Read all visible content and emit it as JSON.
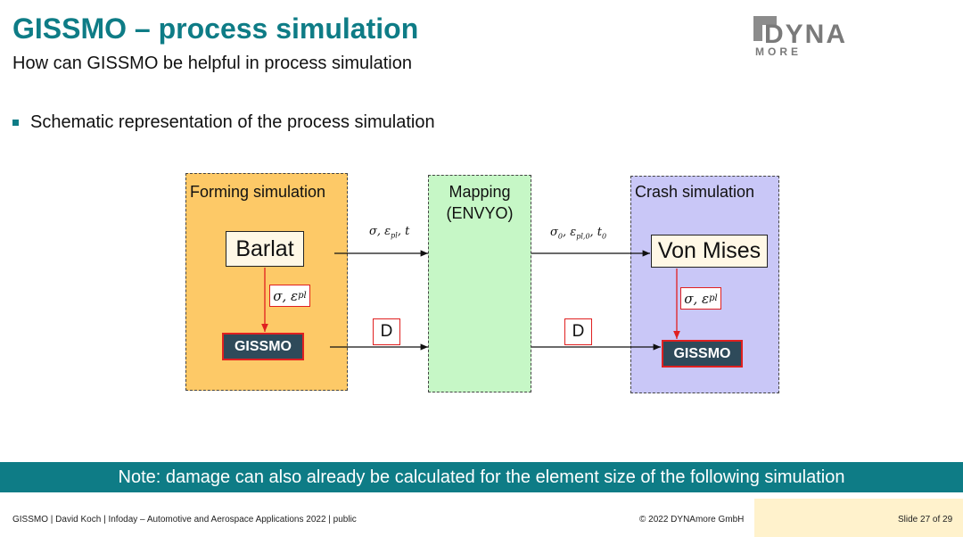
{
  "header": {
    "title": "GISSMO – process simulation",
    "subtitle": "How can GISSMO be helpful in process simulation",
    "logo_text_top": "DYNA",
    "logo_text_bottom": "MORE"
  },
  "bullet": "Schematic representation of the process simulation",
  "diagram": {
    "forming": {
      "title": "Forming simulation",
      "model": "Barlat",
      "var": "σ, ε",
      "var_sub": "pl",
      "gissmo": "GISSMO"
    },
    "mapping": {
      "title_line1": "Mapping",
      "title_line2": "(ENVYO)"
    },
    "crash": {
      "title": "Crash simulation",
      "model": "Von Mises",
      "var": "σ, ε",
      "var_sub": "pl",
      "gissmo": "GISSMO"
    },
    "arrow_top_left": {
      "a": "σ",
      "b": "ε",
      "b_sub": "pl",
      "c": "t"
    },
    "arrow_top_right": {
      "a": "σ",
      "a_sub": "0",
      "b": "ε",
      "b_sub": "pl,0",
      "c": "t",
      "c_sub": "0"
    },
    "d_left": "D",
    "d_right": "D"
  },
  "note": "Note: damage can also already be calculated for the element size of the following simulation",
  "footer": {
    "left": "GISSMO | David Koch | Infoday – Automotive and Aerospace Applications 2022 | public",
    "copyright": "© 2022 DYNAmore GmbH",
    "slide": "Slide 27 of 29"
  },
  "colors": {
    "accent": "#0e7c86",
    "forming_bg": "#fdc967",
    "mapping_bg": "#c6f7c6",
    "crash_bg": "#c9c7f7",
    "gissmo_bg": "#2e4a5a",
    "highlight_red": "#e02020",
    "footer_band": "#fff2cc"
  }
}
